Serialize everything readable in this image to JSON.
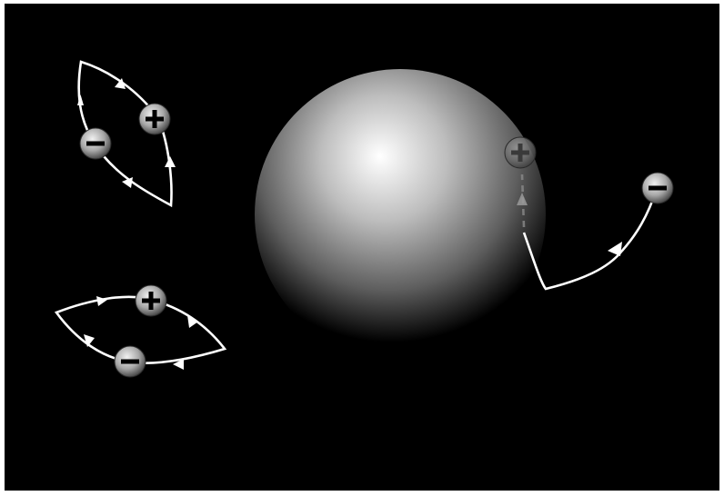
{
  "colors": {
    "frame": "#ffffff",
    "background": "#000000",
    "sphere_highlight": "#ffffff",
    "sphere_mid": "#9a9a9a",
    "sphere_edge": "#000000",
    "path_stroke": "#ffffff",
    "particle_light": "#e6e6e6",
    "particle_dark": "#3a3a3a",
    "sign_color": "#000000"
  },
  "elements": {
    "sphere": {
      "icon": "black-hole-sphere-icon"
    },
    "pairs": [
      {
        "id": "top-left",
        "icon": "virtual-pair-loop-icon",
        "positive": "positive-particle-icon",
        "negative": "negative-particle-icon"
      },
      {
        "id": "bottom-left",
        "icon": "virtual-pair-loop-icon",
        "positive": "positive-particle-icon",
        "negative": "negative-particle-icon"
      },
      {
        "id": "escaping",
        "icon": "escaping-pair-icon",
        "positive": "positive-particle-faded-icon",
        "negative": "negative-particle-icon"
      }
    ]
  }
}
